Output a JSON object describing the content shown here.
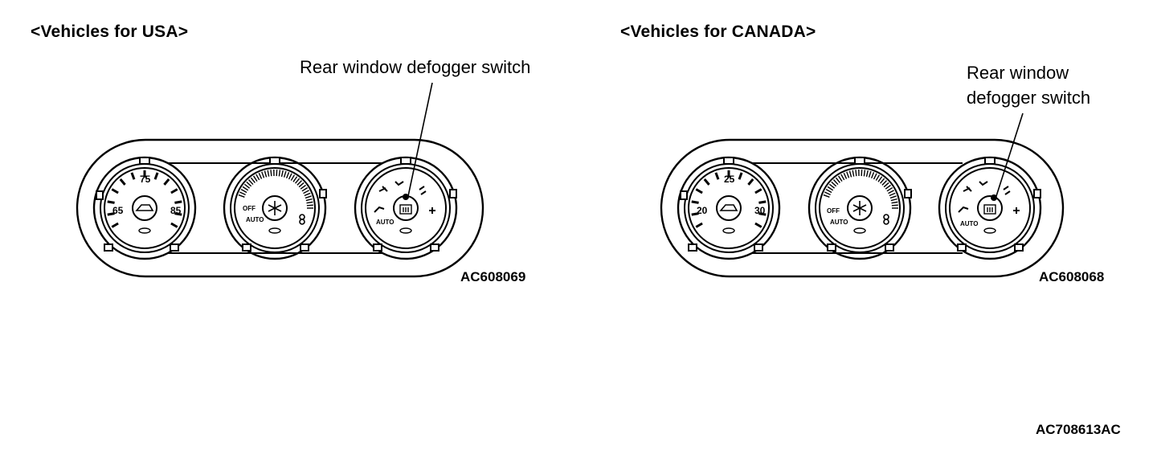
{
  "panels": [
    {
      "id": "usa",
      "title": "<Vehicles for USA>",
      "callout_lines": [
        "Rear window defogger switch"
      ],
      "code": "AC608069",
      "temperature_dial": {
        "low": "65",
        "mid": "75",
        "high": "85"
      },
      "fan_dial": {
        "off": "OFF",
        "auto": "AUTO"
      },
      "mode_dial": {
        "auto": "AUTO"
      }
    },
    {
      "id": "canada",
      "title": "<Vehicles for CANADA>",
      "callout_lines": [
        "Rear window",
        "defogger switch"
      ],
      "code": "AC608068",
      "temperature_dial": {
        "low": "20",
        "mid": "25",
        "high": "30"
      },
      "fan_dial": {
        "off": "OFF",
        "auto": "AUTO"
      },
      "mode_dial": {
        "auto": "AUTO"
      }
    }
  ],
  "figure_code": "AC708613AC"
}
